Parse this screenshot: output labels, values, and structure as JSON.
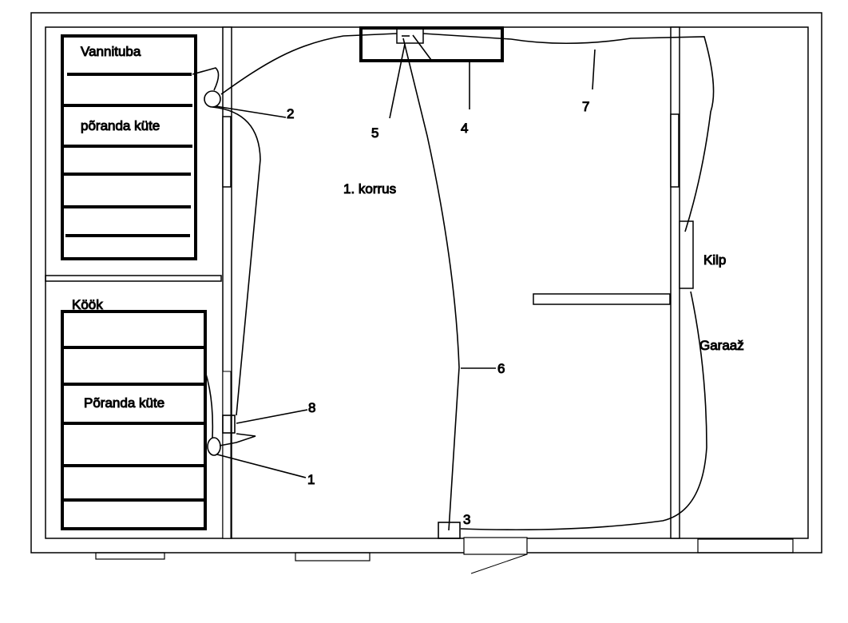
{
  "rooms": {
    "bathroom": "Vannituba",
    "bathroom_heating": "põranda küte",
    "kitchen": "Köök",
    "kitchen_heating": "Põranda küte",
    "floor": "1. korrus",
    "panel": "Kilp",
    "garage": "Garaaž"
  },
  "markers": [
    "1",
    "2",
    "3",
    "4",
    "5",
    "6",
    "7",
    "8"
  ]
}
